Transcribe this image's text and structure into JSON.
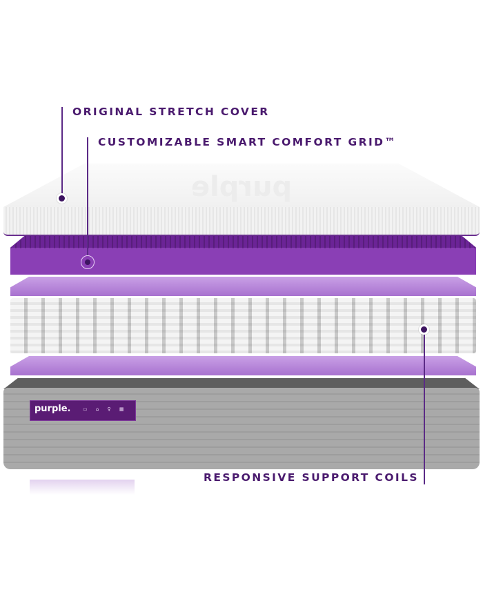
{
  "labels": {
    "cover": "ORIGINAL STRETCH COVER",
    "grid": "CUSTOMIZABLE SMART COMFORT GRID™",
    "coils": "RESPONSIVE SUPPORT COILS"
  },
  "brand": {
    "logo_text": "purple.",
    "accent_color": "#5b2a86",
    "grid_color": "#7b34a8",
    "base_color": "#a9a9a9"
  }
}
